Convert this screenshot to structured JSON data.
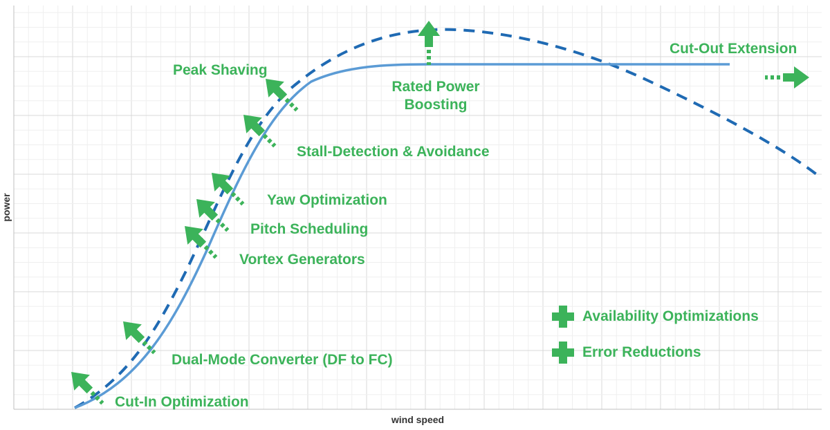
{
  "chart_data": {
    "type": "line",
    "xlabel": "wind speed",
    "ylabel": "power",
    "grid": true,
    "series": [
      {
        "name": "",
        "style": "solid",
        "color": "#5b9bd5"
      },
      {
        "name": "",
        "style": "dashed",
        "color": "#1f6ab3"
      }
    ],
    "annotations": {
      "cut_in": "Cut-In Optimization",
      "dual_mode": "Dual-Mode Converter (DF to FC)",
      "vortex": "Vortex Generators",
      "pitch": "Pitch Scheduling",
      "yaw": "Yaw Optimization",
      "stall": "Stall-Detection & Avoidance",
      "peak": "Peak Shaving",
      "rated_line1": "Rated Power",
      "rated_line2": "Boosting",
      "cut_out": "Cut-Out Extension",
      "availability": "Availability Optimizations",
      "errors": "Error Reductions"
    },
    "annotation_color": "#3cb35a"
  }
}
